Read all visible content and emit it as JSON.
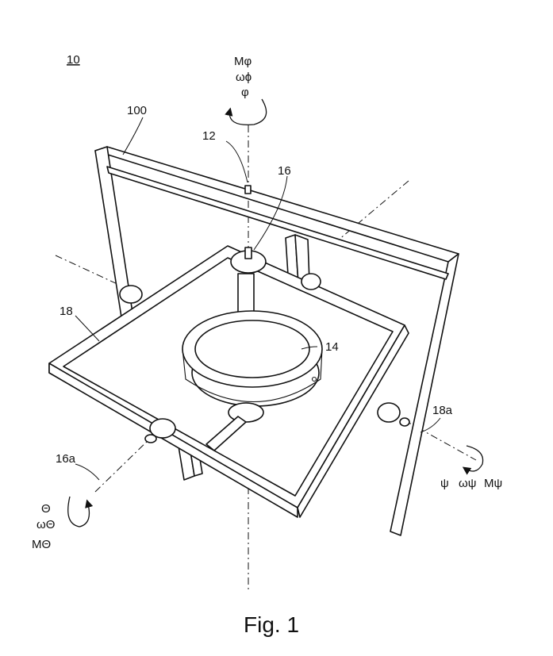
{
  "figure": {
    "ref_number": "10",
    "caption": "Fig. 1",
    "labels": {
      "outer_frame": "100",
      "vertical_axis": "12",
      "shaft_top": "16",
      "rotor": "14",
      "inner_frame": "18",
      "axis_16a": "16a",
      "axis_18a": "18a"
    },
    "top_symbols": [
      "Mφ",
      "ωϕ",
      "φ"
    ],
    "left_symbols": [
      "Θ",
      "ωΘ",
      "MΘ"
    ],
    "right_symbols": [
      "ψ",
      "ωψ",
      "Mψ"
    ]
  }
}
